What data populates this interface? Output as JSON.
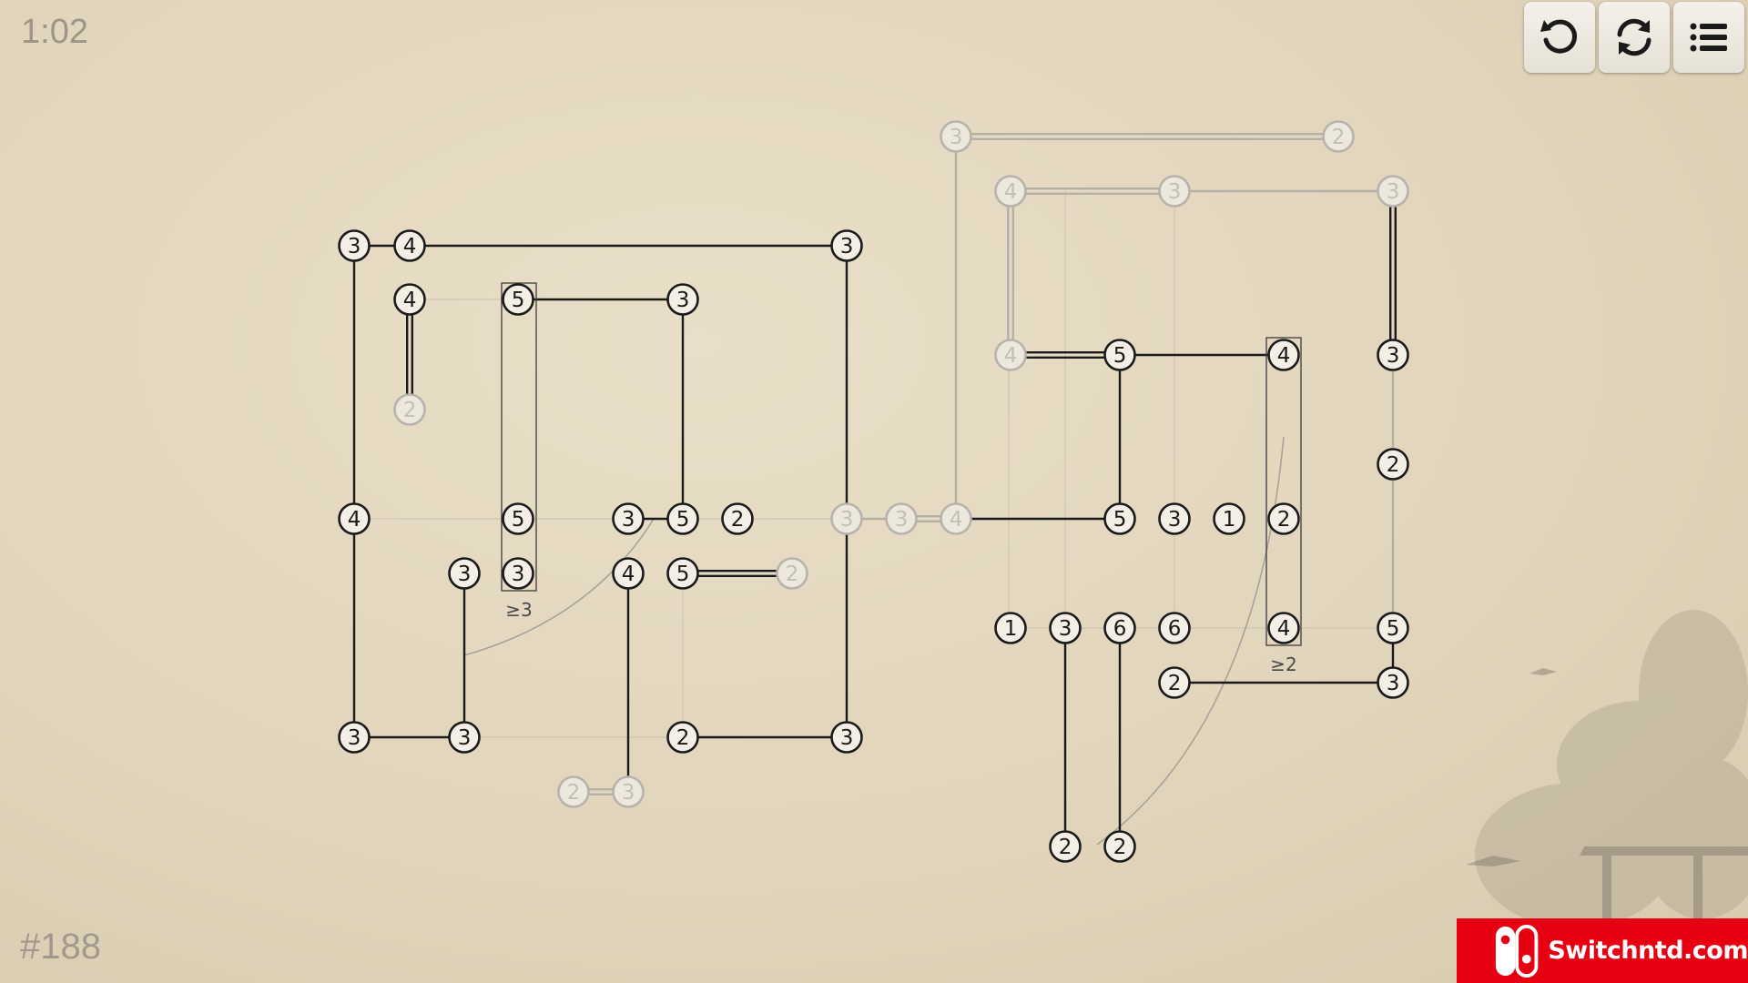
{
  "timer": "1:02",
  "level": "#188",
  "toolbar": [
    {
      "name": "undo",
      "icon": "undo-icon"
    },
    {
      "name": "restart",
      "icon": "restart-icon"
    },
    {
      "name": "menu",
      "icon": "menu-list-icon"
    }
  ],
  "colors": {
    "background": "#e1d5bb",
    "active_line": "#1a1a1a",
    "faded_line": "#b4b0a8",
    "badge": "#e60012"
  },
  "cells": [
    {
      "id": "a1",
      "v": "3",
      "s": "a"
    },
    {
      "id": "a2",
      "v": "4",
      "s": "a"
    },
    {
      "id": "a3",
      "v": "3",
      "s": "a"
    },
    {
      "id": "a4",
      "v": "4",
      "s": "a"
    },
    {
      "id": "a5",
      "v": "5",
      "s": "a"
    },
    {
      "id": "a6",
      "v": "3",
      "s": "a"
    },
    {
      "id": "a7",
      "v": "2",
      "s": "f"
    },
    {
      "id": "a8",
      "v": "4",
      "s": "a"
    },
    {
      "id": "a9",
      "v": "5",
      "s": "a"
    },
    {
      "id": "a10",
      "v": "3",
      "s": "a"
    },
    {
      "id": "a11",
      "v": "5",
      "s": "a"
    },
    {
      "id": "a12",
      "v": "2",
      "s": "a"
    },
    {
      "id": "a13",
      "v": "3",
      "s": "f"
    },
    {
      "id": "a14",
      "v": "3",
      "s": "f"
    },
    {
      "id": "a15",
      "v": "3",
      "s": "a"
    },
    {
      "id": "a16",
      "v": "3",
      "s": "a"
    },
    {
      "id": "a17",
      "v": "4",
      "s": "a"
    },
    {
      "id": "a18",
      "v": "5",
      "s": "a"
    },
    {
      "id": "a19",
      "v": "2",
      "s": "f"
    },
    {
      "id": "a20",
      "v": "3",
      "s": "a"
    },
    {
      "id": "a21",
      "v": "3",
      "s": "a"
    },
    {
      "id": "a22",
      "v": "2",
      "s": "a"
    },
    {
      "id": "a23",
      "v": "3",
      "s": "a"
    },
    {
      "id": "a24",
      "v": "2",
      "s": "f"
    },
    {
      "id": "a25",
      "v": "3",
      "s": "f"
    },
    {
      "id": "b1",
      "v": "3",
      "s": "f"
    },
    {
      "id": "b2",
      "v": "2",
      "s": "f"
    },
    {
      "id": "b3",
      "v": "4",
      "s": "f"
    },
    {
      "id": "b4",
      "v": "3",
      "s": "f"
    },
    {
      "id": "b5",
      "v": "3",
      "s": "f"
    },
    {
      "id": "b6",
      "v": "4",
      "s": "f"
    },
    {
      "id": "b7",
      "v": "5",
      "s": "a"
    },
    {
      "id": "b8",
      "v": "4",
      "s": "a"
    },
    {
      "id": "b9",
      "v": "3",
      "s": "a"
    },
    {
      "id": "b10",
      "v": "2",
      "s": "a"
    },
    {
      "id": "b11",
      "v": "4",
      "s": "f"
    },
    {
      "id": "b12",
      "v": "5",
      "s": "a"
    },
    {
      "id": "b13",
      "v": "3",
      "s": "a"
    },
    {
      "id": "b14",
      "v": "1",
      "s": "a"
    },
    {
      "id": "b15",
      "v": "2",
      "s": "a"
    },
    {
      "id": "b16",
      "v": "1",
      "s": "a"
    },
    {
      "id": "b17",
      "v": "3",
      "s": "a"
    },
    {
      "id": "b18",
      "v": "6",
      "s": "a"
    },
    {
      "id": "b19",
      "v": "6",
      "s": "a"
    },
    {
      "id": "b20",
      "v": "4",
      "s": "a"
    },
    {
      "id": "b21",
      "v": "5",
      "s": "a"
    },
    {
      "id": "b22",
      "v": "2",
      "s": "a"
    },
    {
      "id": "b23",
      "v": "3",
      "s": "a"
    },
    {
      "id": "b24",
      "v": "2",
      "s": "a"
    },
    {
      "id": "b25",
      "v": "2",
      "s": "a"
    }
  ],
  "constraints": [
    {
      "label": "≥3"
    },
    {
      "label": "≥2"
    }
  ],
  "watermark": "Switchntd.com"
}
